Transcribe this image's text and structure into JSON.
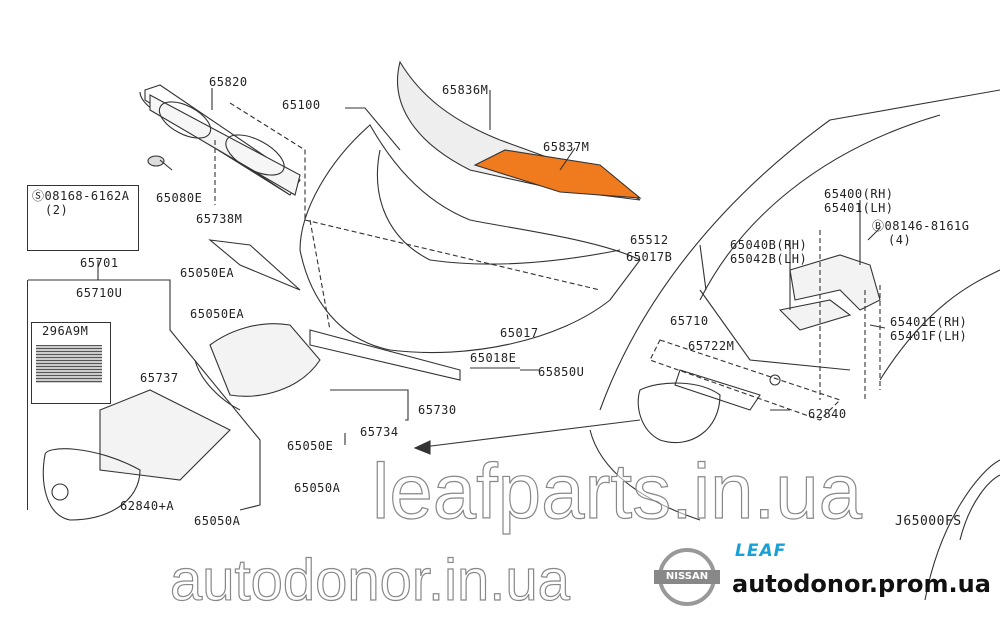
{
  "diagram": {
    "code": "J65000FS",
    "parts": {
      "p65820": "65820",
      "p65100": "65100",
      "p65836M": "65836M",
      "p65837M": "65837M",
      "p65080E": "65080E",
      "bolt_s": "08168-6162A",
      "bolt_s_qty": "(2)",
      "p65738M": "65738M",
      "p65701": "65701",
      "p65710U": "65710U",
      "p296A9M": "296A9M",
      "p65050EA_1": "65050EA",
      "p65050EA_2": "65050EA",
      "p65737": "65737",
      "p65017": "65017",
      "p65018E": "65018E",
      "p65850U": "65850U",
      "p65730": "65730",
      "p65734": "65734",
      "p65050E": "65050E",
      "p65050A_1": "65050A",
      "p65050A_2": "65050A",
      "p62840A": "62840+A",
      "p65512": "65512",
      "p65017B": "65017B",
      "p65040B": "65040B(RH)",
      "p65042B": "65042B(LH)",
      "p65400": "65400(RH)",
      "p65401": "65401(LH)",
      "bolt_b": "08146-8161G",
      "bolt_b_qty": "(4)",
      "p65401E": "65401E(RH)",
      "p65401F": "65401F(LH)",
      "p65710": "65710",
      "p65722M": "65722M",
      "p62840": "62840"
    }
  },
  "watermarks": {
    "top": "leafparts.in.ua",
    "bottom": "autodonor.in.ua"
  },
  "branding": {
    "nissan": "NISSAN",
    "leaf": "LEAF",
    "site": "autodonor.prom.ua"
  },
  "colors": {
    "insulator": "#f07a1e",
    "leaf_blue": "#1aa0d8"
  }
}
